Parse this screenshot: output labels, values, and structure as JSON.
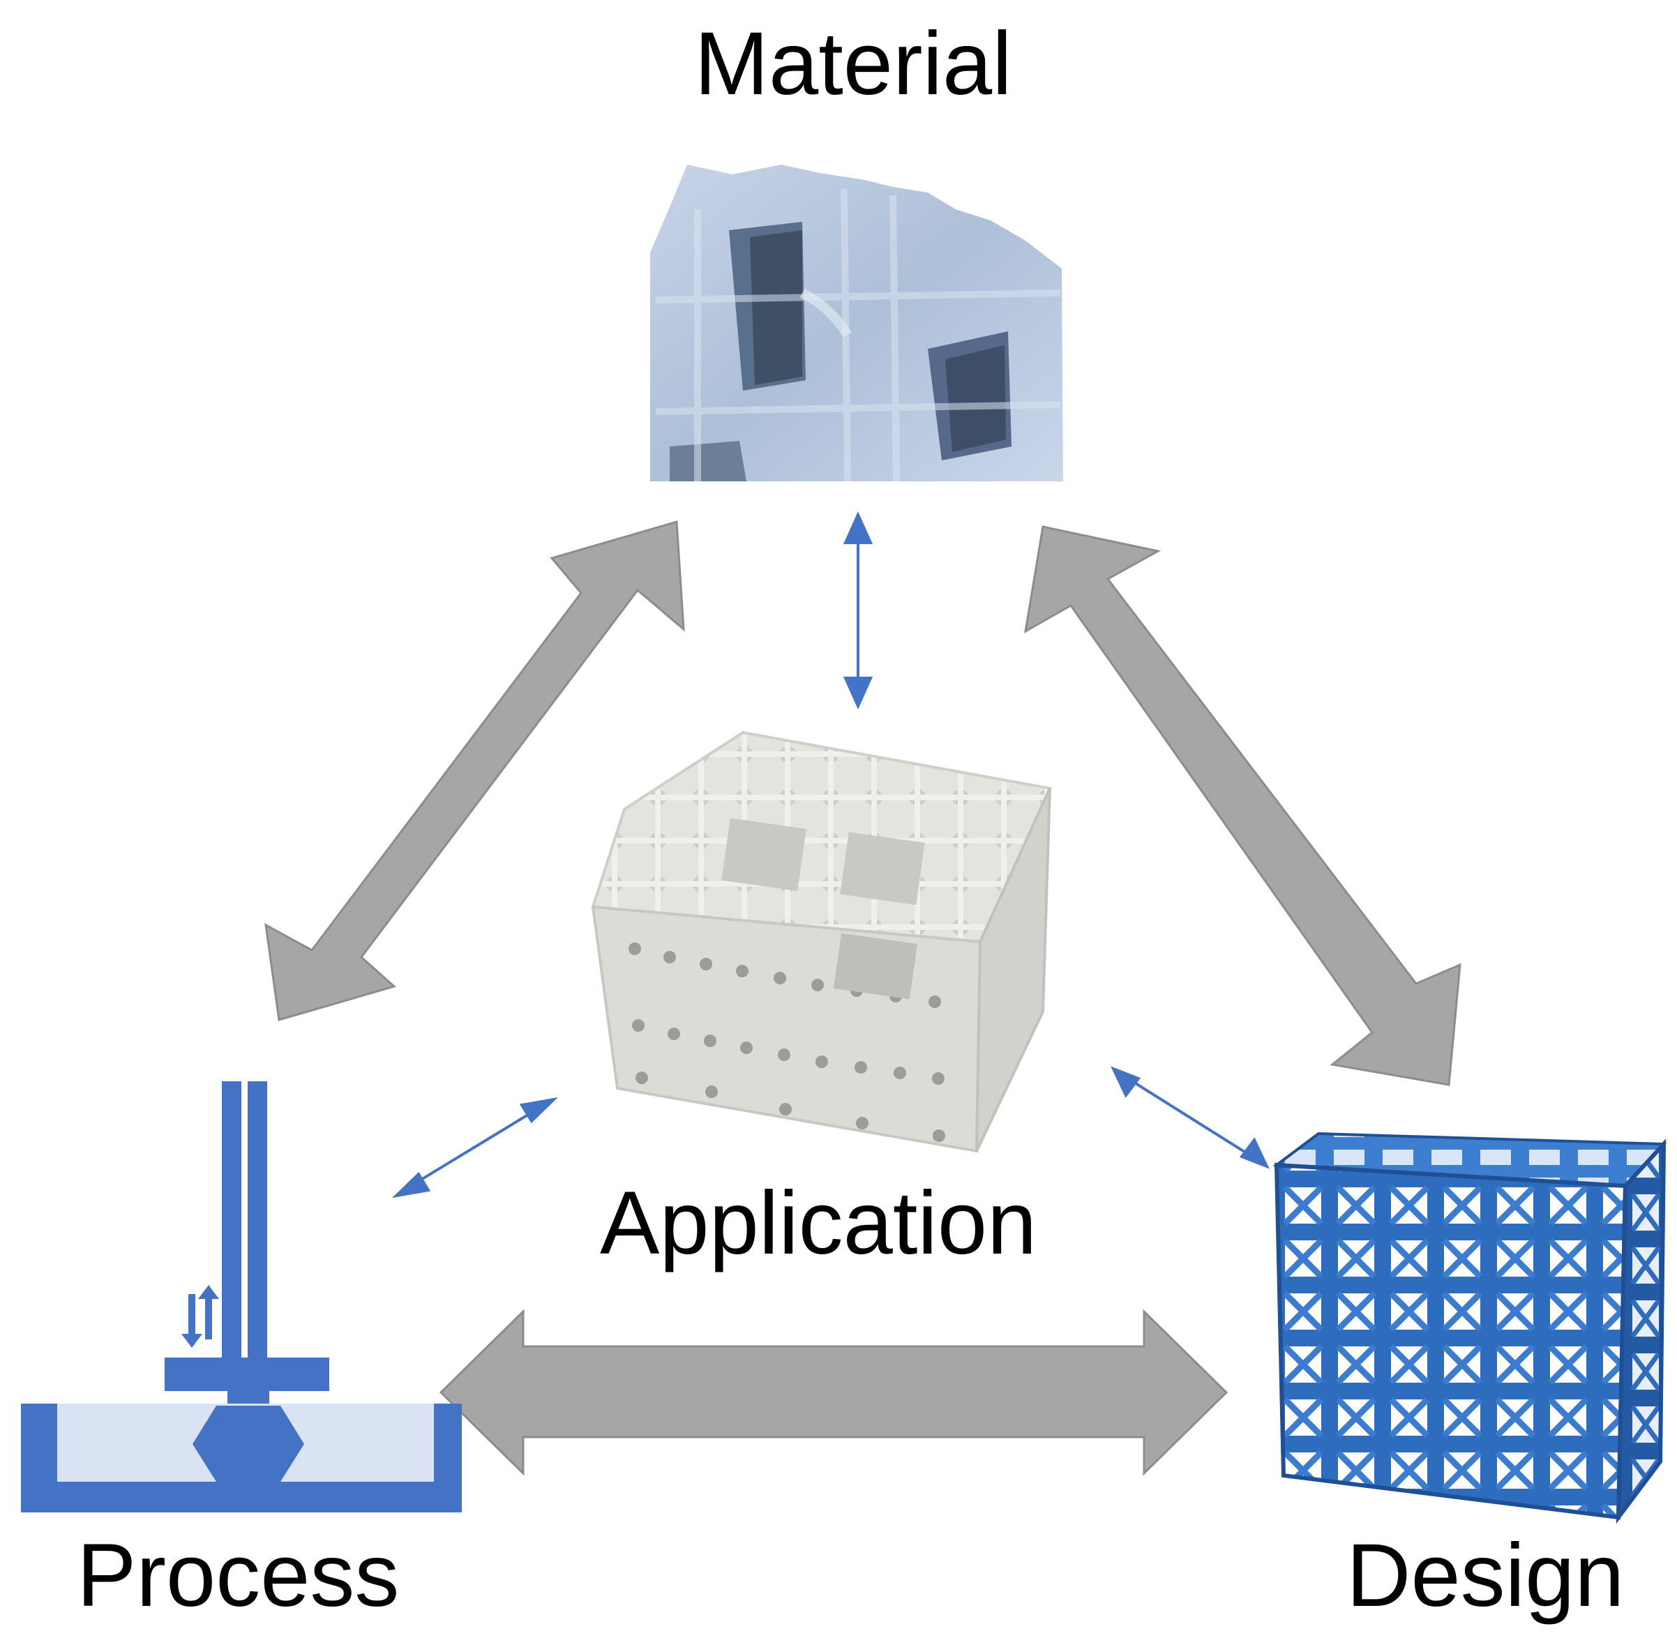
{
  "labels": {
    "material": "Material",
    "application": "Application",
    "process": "Process",
    "design": "Design"
  },
  "colors": {
    "gray_arrow": "#a6a6a6",
    "gray_arrow_stroke": "#7f7f7f",
    "blue_arrow": "#4472c4",
    "printer_blue": "#4472c4",
    "resin_fill": "#dae3f3",
    "material_ice": "#b9c9df",
    "lattice_blue": "#2f6fbe",
    "scaffold_white": "#e6e6e2"
  },
  "icons": {
    "material": "material-micrograph-icon",
    "application": "white-scaffold-icon",
    "process": "vat-printer-icon",
    "design": "blue-lattice-cube-icon"
  }
}
